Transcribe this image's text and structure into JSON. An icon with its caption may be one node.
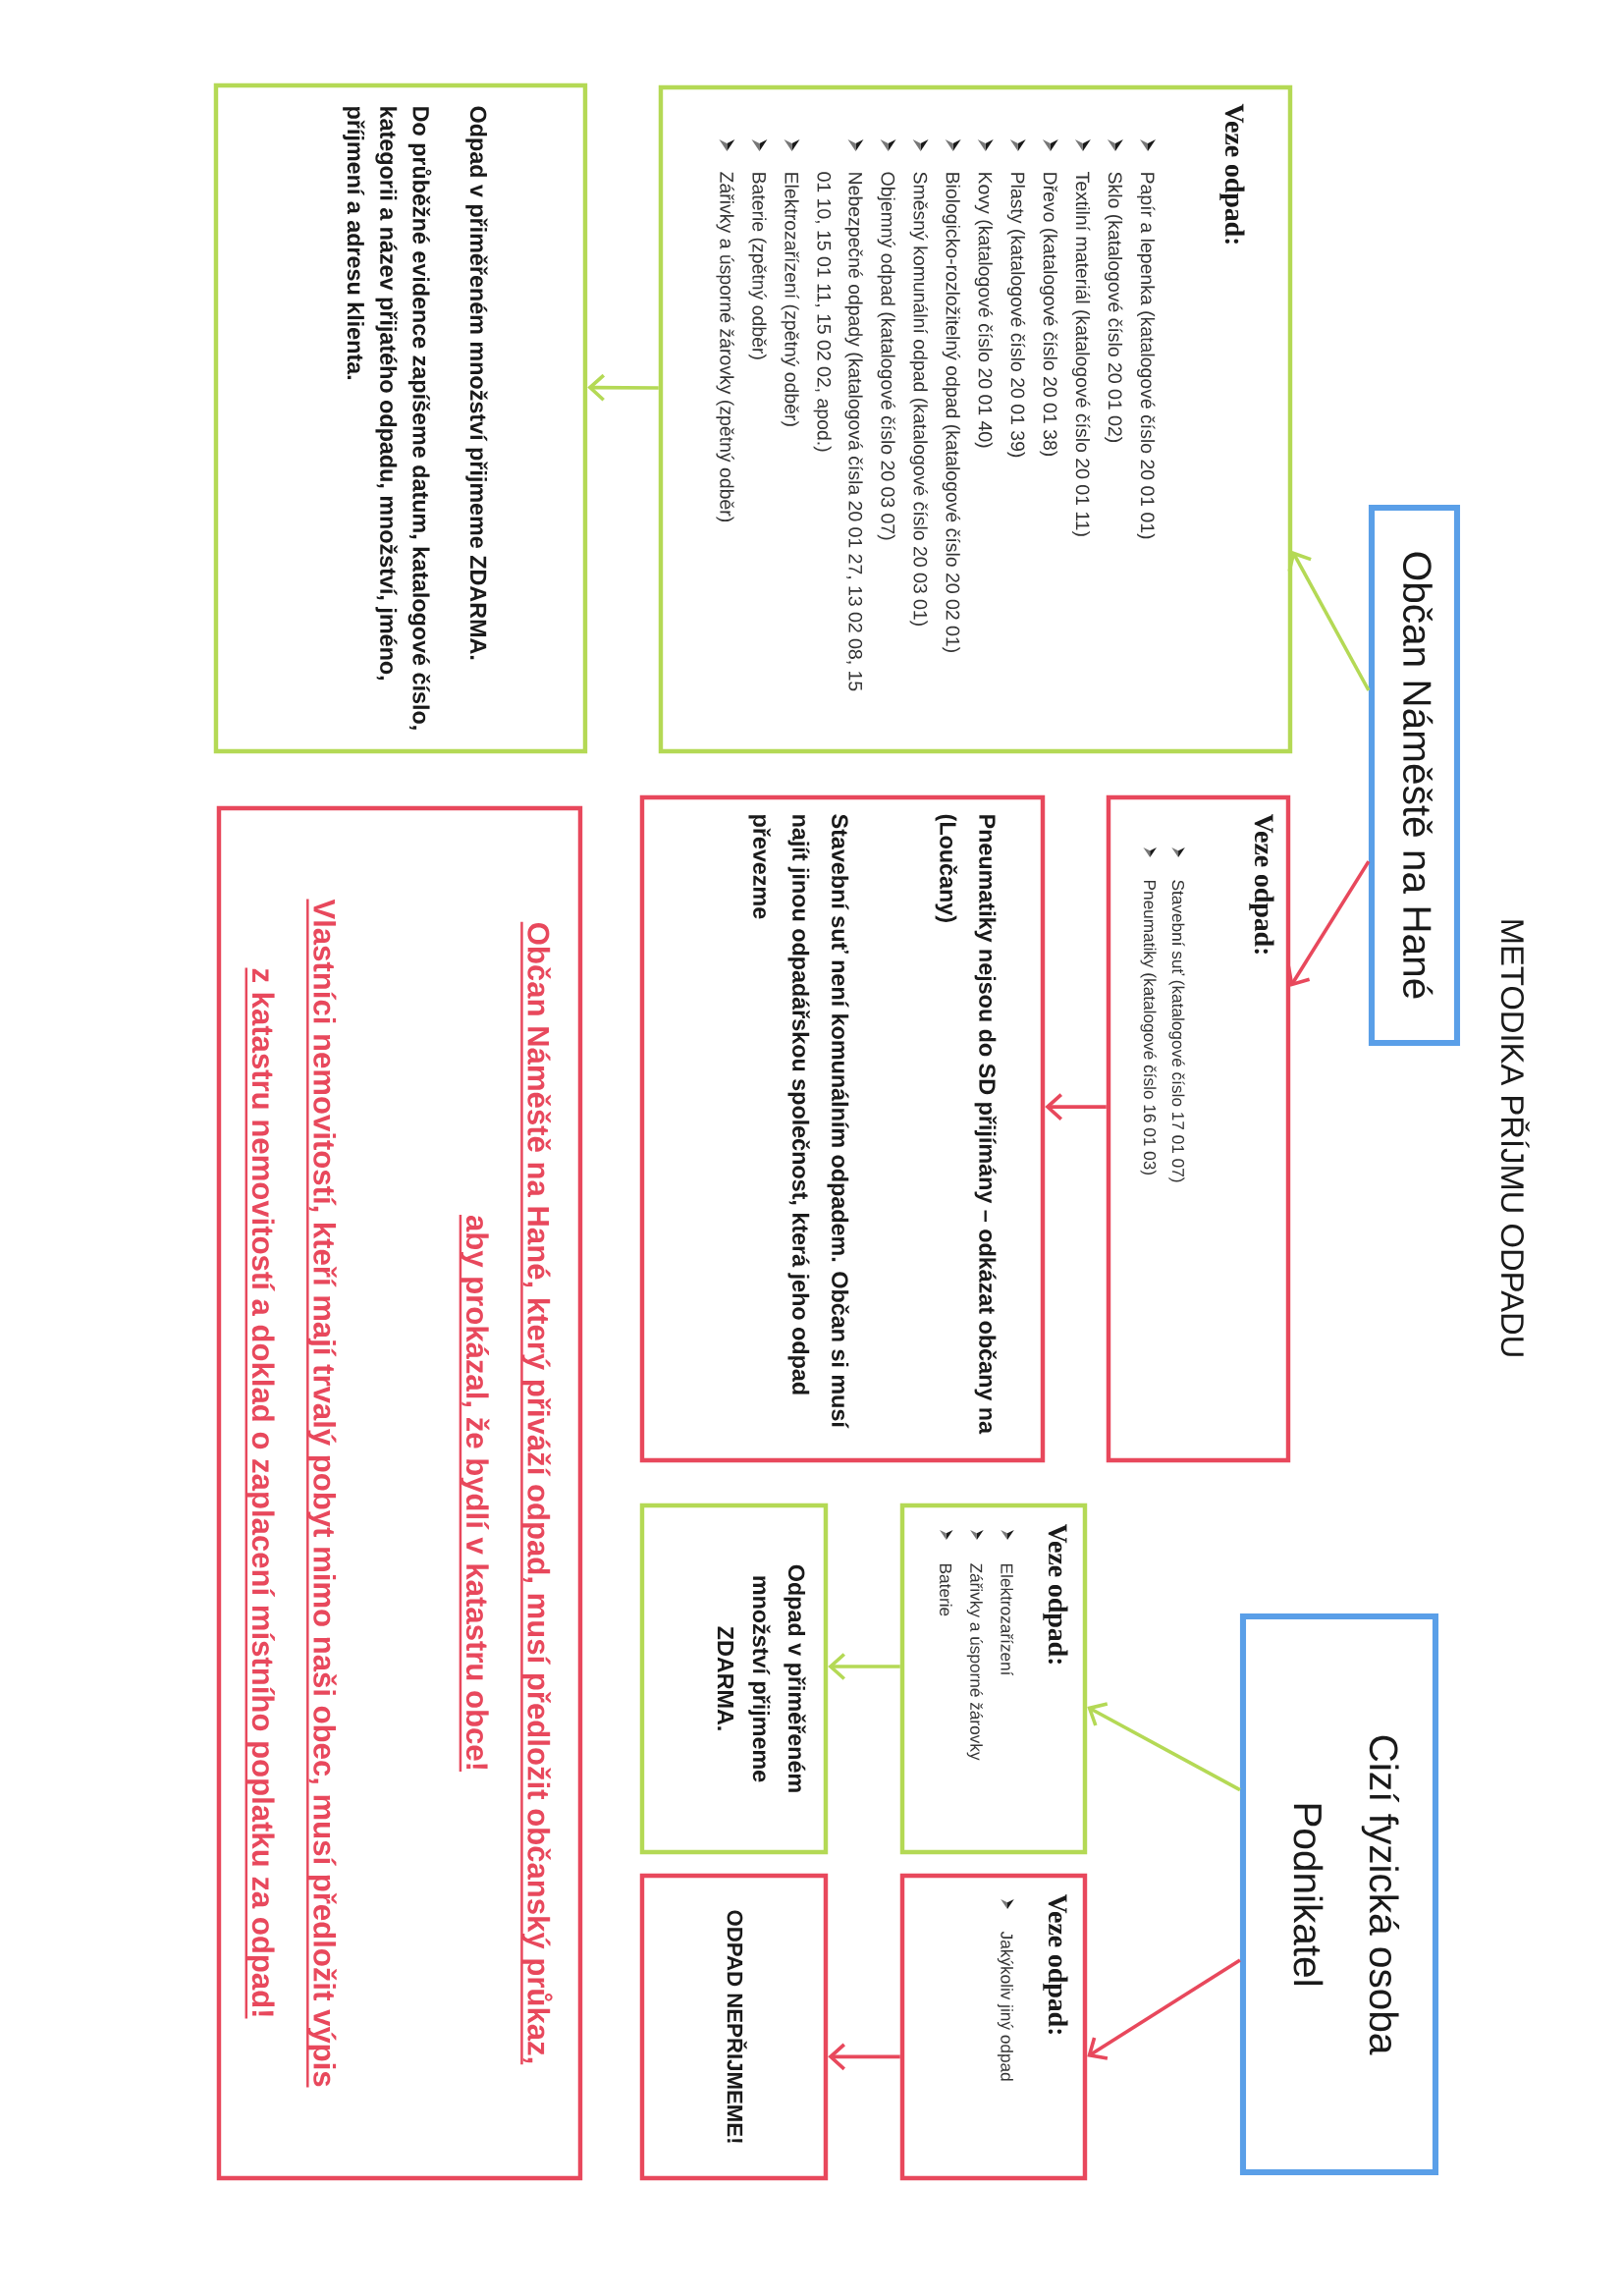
{
  "diagram": {
    "title": "METODIKA PŘÍJMU ODPADU",
    "nodes": [
      {
        "text": [
          "Občan Náměště na Hané"
        ]
      },
      {
        "text": [
          "Veze odpad:",
          "Papír a lepenka (katalogové číslo 20 01 01)",
          "Sklo (katalogové číslo 20 01 02)",
          "Textilní materiál (katalogové číslo 20 01 11)",
          "Dřevo (katalogové číslo 20 01 38)",
          "Plasty (katalogové číslo 20 01 39)",
          "Kovy (katalogové číslo 20 01 40)",
          "Biologicko-rozložitelný odpad (katalogové číslo 20 02 01)",
          "Směsný komunální odpad (katalogové číslo 20 03 01)",
          "Objemný odpad (katalogové číslo 20 03 07)",
          "Nebezpečné odpady (katalogová čísla 20 01 27, 13 02 08, 15 01 10, 15 01 11, 15 02 02, apod.)",
          "Elektrozařízení (zpětný odběr)",
          "Baterie (zpětný odběr)",
          "Zářivky a úsporné žárovky (zpětný odběr)"
        ]
      },
      {
        "text": [
          "Odpad v přiměřeném množství přijmeme ZDARMA.",
          "Do průběžné evidence zapíšeme datum, katalogové číslo, kategorii a název přijatého odpadu, množství, jméno, příjmení a adresu klienta."
        ]
      },
      {
        "text": [
          "Veze odpad:",
          "Stavební suť (katalogové číslo 17 01 07)",
          "Pneumatiky (katalogové číslo 16 01 03)"
        ]
      },
      {
        "text": [
          "Pneumatiky nejsou do SD přijímány – odkázat občany na (Loučany)",
          "Stavební suť není komunálním odpadem. Občan si musí najít jinou odpadářskou společnost, která jeho odpad převezme"
        ]
      },
      {
        "text": [
          "Občan Náměště na Hané, který přiváží odpad, musí předložit občanský průkaz, aby prokázal, že bydlí v katastru obce!",
          "Vlastníci nemovitostí, kteří mají trvalý pobyt mimo naši obec, musí předložit výpis z katastru nemovitostí a doklad o zaplacení místního poplatku za odpad!"
        ]
      },
      {
        "text": [
          "Cizí fyzická osoba",
          "Podnikatel"
        ]
      },
      {
        "text": [
          "Veze odpad:",
          "Elektrozařízení",
          "Zářivky a úsporné žárovky",
          "Baterie"
        ]
      },
      {
        "text": [
          "Odpad v přiměřeném množství přijmeme ZDARMA."
        ]
      },
      {
        "text": [
          "Veze odpad:",
          "Jakýkoliv jiný odpad"
        ]
      },
      {
        "text": [
          "ODPAD NEPŘIJMEME!"
        ]
      }
    ],
    "edges": [
      {
        "from": 0,
        "to": 1,
        "arrow": "to",
        "color": "#b4d955"
      },
      {
        "from": 0,
        "to": 3,
        "arrow": "to",
        "color": "#e8485c"
      },
      {
        "from": 1,
        "to": 2,
        "arrow": "to",
        "color": "#b4d955"
      },
      {
        "from": 3,
        "to": 4,
        "arrow": "to",
        "color": "#e8485c"
      },
      {
        "from": 6,
        "to": 7,
        "arrow": "to",
        "color": "#b4d955"
      },
      {
        "from": 6,
        "to": 9,
        "arrow": "to",
        "color": "#e8485c"
      },
      {
        "from": 7,
        "to": 8,
        "arrow": "to",
        "color": "#b4d955"
      },
      {
        "from": 9,
        "to": 10,
        "arrow": "to",
        "color": "#e8485c"
      }
    ]
  }
}
